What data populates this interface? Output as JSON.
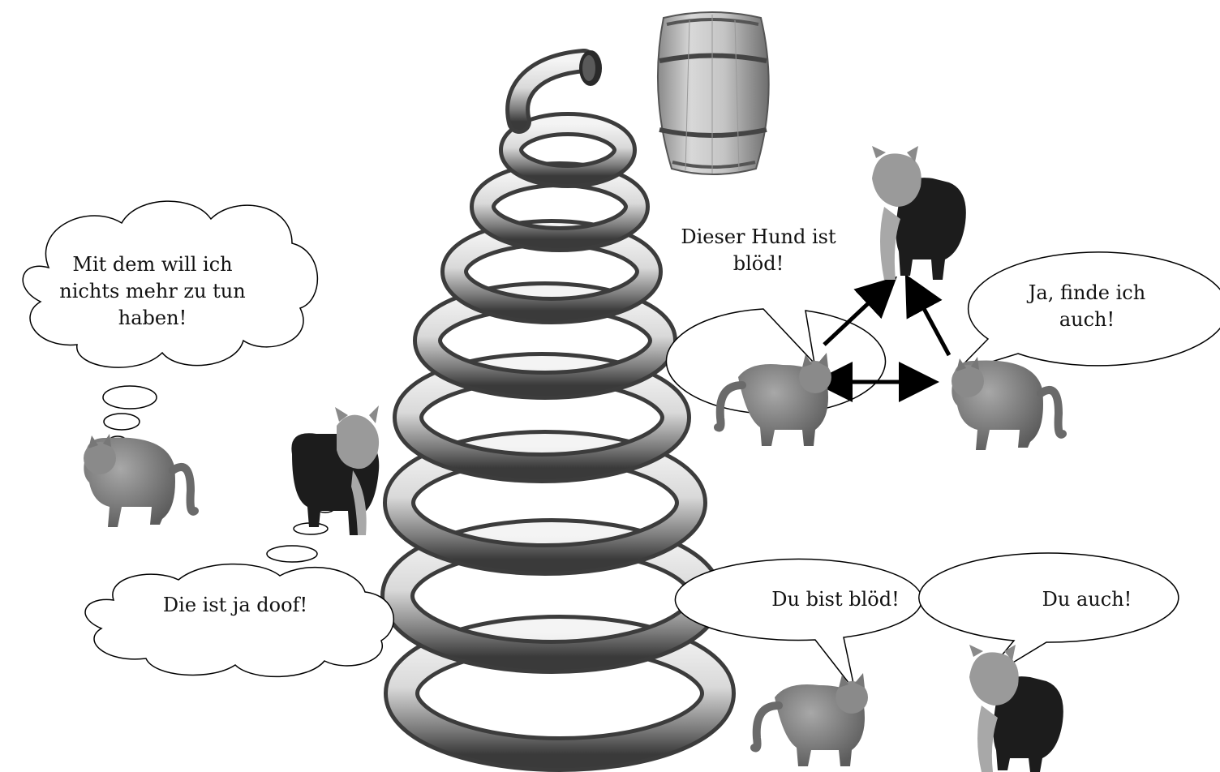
{
  "thoughts": {
    "cat_thought": "Mit dem will ich nichts mehr zu tun haben!",
    "dog_thought": "Die ist ja doof!"
  },
  "triangle": {
    "cat_left_says": "Dieser Hund ist blöd!",
    "cat_right_says": "Ja, finde ich auch!"
  },
  "dialogue": {
    "cat_says": "Du bist blöd!",
    "dog_says": "Du auch!"
  }
}
